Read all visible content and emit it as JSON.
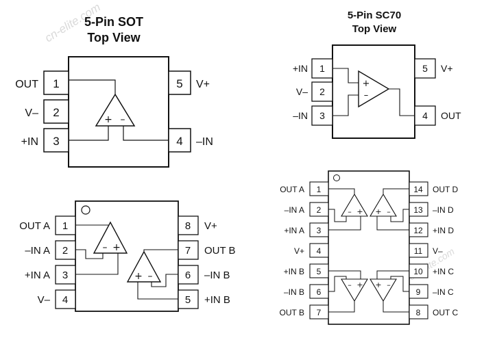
{
  "watermark": "cn-elite.com",
  "sot5": {
    "title_line1": "5-Pin SOT",
    "title_line2": "Top View",
    "pins": [
      {
        "num": "1",
        "name": "OUT"
      },
      {
        "num": "2",
        "name": "V–"
      },
      {
        "num": "3",
        "name": "+IN"
      },
      {
        "num": "4",
        "name": "–IN"
      },
      {
        "num": "5",
        "name": "V+"
      }
    ],
    "amp_inputs": {
      "plus": "+",
      "minus": "–"
    }
  },
  "sc70": {
    "title_line1": "5-Pin SC70",
    "title_line2": "Top View",
    "pins": [
      {
        "num": "1",
        "name": "+IN"
      },
      {
        "num": "2",
        "name": "V–"
      },
      {
        "num": "3",
        "name": "–IN"
      },
      {
        "num": "4",
        "name": "OUT"
      },
      {
        "num": "5",
        "name": "V+"
      }
    ],
    "amp_inputs": {
      "plus": "+",
      "minus": "–"
    }
  },
  "dual8": {
    "pins": [
      {
        "num": "1",
        "name": "OUT A"
      },
      {
        "num": "2",
        "name": "–IN A"
      },
      {
        "num": "3",
        "name": "+IN A"
      },
      {
        "num": "4",
        "name": "V–"
      },
      {
        "num": "5",
        "name": "+IN B"
      },
      {
        "num": "6",
        "name": "–IN B"
      },
      {
        "num": "7",
        "name": "OUT B"
      },
      {
        "num": "8",
        "name": "V+"
      }
    ],
    "amp_inputs": {
      "plus": "+",
      "minus": "–"
    }
  },
  "quad14": {
    "pins": [
      {
        "num": "1",
        "name": "OUT A"
      },
      {
        "num": "2",
        "name": "–IN A"
      },
      {
        "num": "3",
        "name": "+IN A"
      },
      {
        "num": "4",
        "name": "V+"
      },
      {
        "num": "5",
        "name": "+IN B"
      },
      {
        "num": "6",
        "name": "–IN B"
      },
      {
        "num": "7",
        "name": "OUT B"
      },
      {
        "num": "8",
        "name": "OUT C"
      },
      {
        "num": "9",
        "name": "–IN C"
      },
      {
        "num": "10",
        "name": "+IN C"
      },
      {
        "num": "11",
        "name": "V–"
      },
      {
        "num": "12",
        "name": "+IN D"
      },
      {
        "num": "13",
        "name": "–IN D"
      },
      {
        "num": "14",
        "name": "OUT D"
      }
    ],
    "amp_inputs": {
      "plus": "+",
      "minus": "–"
    }
  }
}
